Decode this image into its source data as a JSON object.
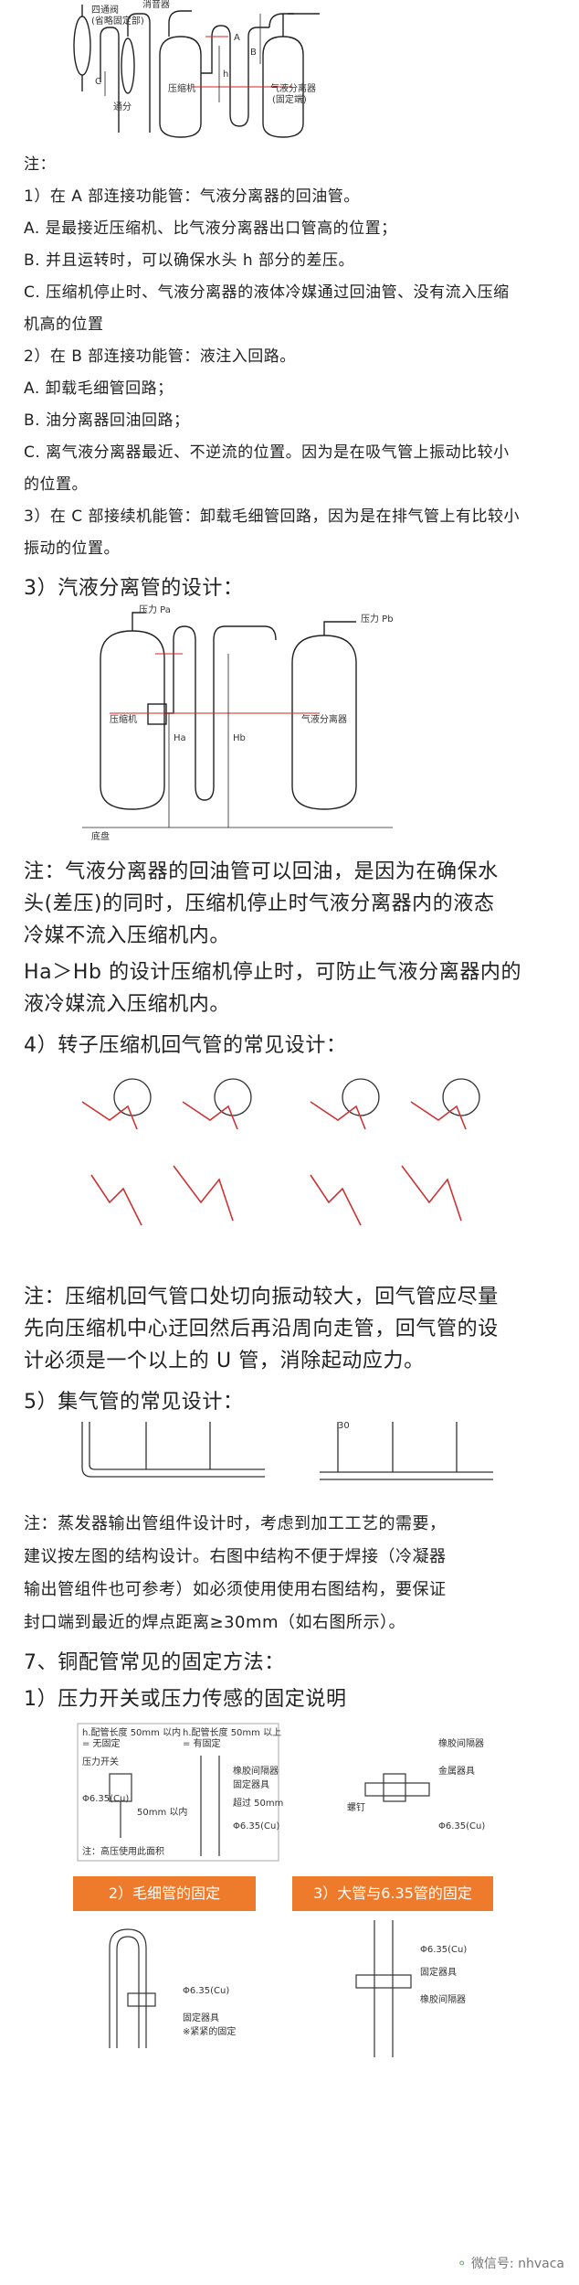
{
  "fig1": {
    "labels": {
      "four_way": "四通阀",
      "omit_note": "(省略固定部)",
      "muffler": "消音器",
      "pipe": "通分",
      "compressor": "压缩机",
      "separator": "气液分离器",
      "separator_note": "(固定端)",
      "A": "A",
      "B": "B",
      "C": "C",
      "h": "h"
    }
  },
  "notes": [
    "注：",
    "1）在 A 部连接功能管：气液分离器的回油管。",
    "A. 是最接近压缩机、比气液分离器出口管高的位置；",
    "B. 并且运转时，可以确保水头 h 部分的差压。",
    "C. 压缩机停止时、气液分离器的液体冷媒通过回油管、没有流入压缩",
    "机高的位置",
    "2）在 B 部连接功能管：液注入回路。",
    "A. 卸载毛细管回路；",
    "B. 油分离器回油回路；",
    "C. 离气液分离器最近、不逆流的位置。因为是在吸气管上振动比较小",
    "的位置。",
    "3）在 C 部接续机能管：卸载毛细管回路，因为是在排气管上有比较小",
    "振动的位置。"
  ],
  "section3_title": "3）汽液分离管的设计：",
  "fig2": {
    "labels": {
      "pa": "压力 Pa",
      "pb": "压力 Pb",
      "ha": "Ha",
      "hb": "Hb",
      "compressor": "压缩机",
      "separator": "气液分离器",
      "base": "底盘"
    }
  },
  "note2": [
    "注：气液分离器的回油管可以回油，是因为在确保水",
    "头(差压)的同时，压缩机停止时气液分离器内的液态",
    "冷媒不流入压缩机内。",
    "Ha＞Hb 的设计压缩机停止时，可防止气液分离器内的",
    "液冷媒流入压缩机内。"
  ],
  "section4_title": "4）转子压缩机回气管的常见设计：",
  "note4": [
    "注：压缩机回气管口处切向振动较大，回气管应尽量",
    "先向压缩机中心迂回然后再沿周向走管，回气管的设",
    "计必须是一个以上的 U 管，消除起动应力。"
  ],
  "section5_title": "5）集气管的常见设计：",
  "fig5": {
    "dim": "30"
  },
  "note5": [
    "注：蒸发器输出管组件设计时，考虑到加工工艺的需要，",
    "建议按左图的结构设计。右图中结构不便于焊接（冷凝器",
    "输出管组件也可参考）如必须使用使用右图结构，要保证",
    "封口端到最近的焊点距离≥30mm（如右图所示）。"
  ],
  "section7_title": "7、铜配管常见的固定方法：",
  "section7_sub": "1）压力开关或压力传感的固定说明",
  "fig7": {
    "left_labels": [
      "h.配管长度 50mm 以内",
      "= 无固定",
      "压力开关",
      "Φ6.35(Cu)",
      "50mm 以内",
      "注：高压使用此面积"
    ],
    "right_labels": [
      "h.配管长度 50mm 以上",
      "= 有固定",
      "橡胶间隔器",
      "固定器具",
      "超过 50mm",
      "Φ6.35(Cu)"
    ],
    "right2_labels": [
      "橡胶间隔器",
      "金属器具",
      "螺钉",
      "Φ6.35(Cu)"
    ],
    "cap2": "2）毛细管的固定",
    "cap3": "3）大管与6.35管的固定",
    "bottom_labels": [
      "Φ6.35(Cu)",
      "固定器具",
      "※紧紧的固定"
    ],
    "bottom_right_labels": [
      "Φ6.35(Cu)",
      "固定器具",
      "橡胶间隔器"
    ]
  },
  "watermark": "微信号: nhvaca"
}
